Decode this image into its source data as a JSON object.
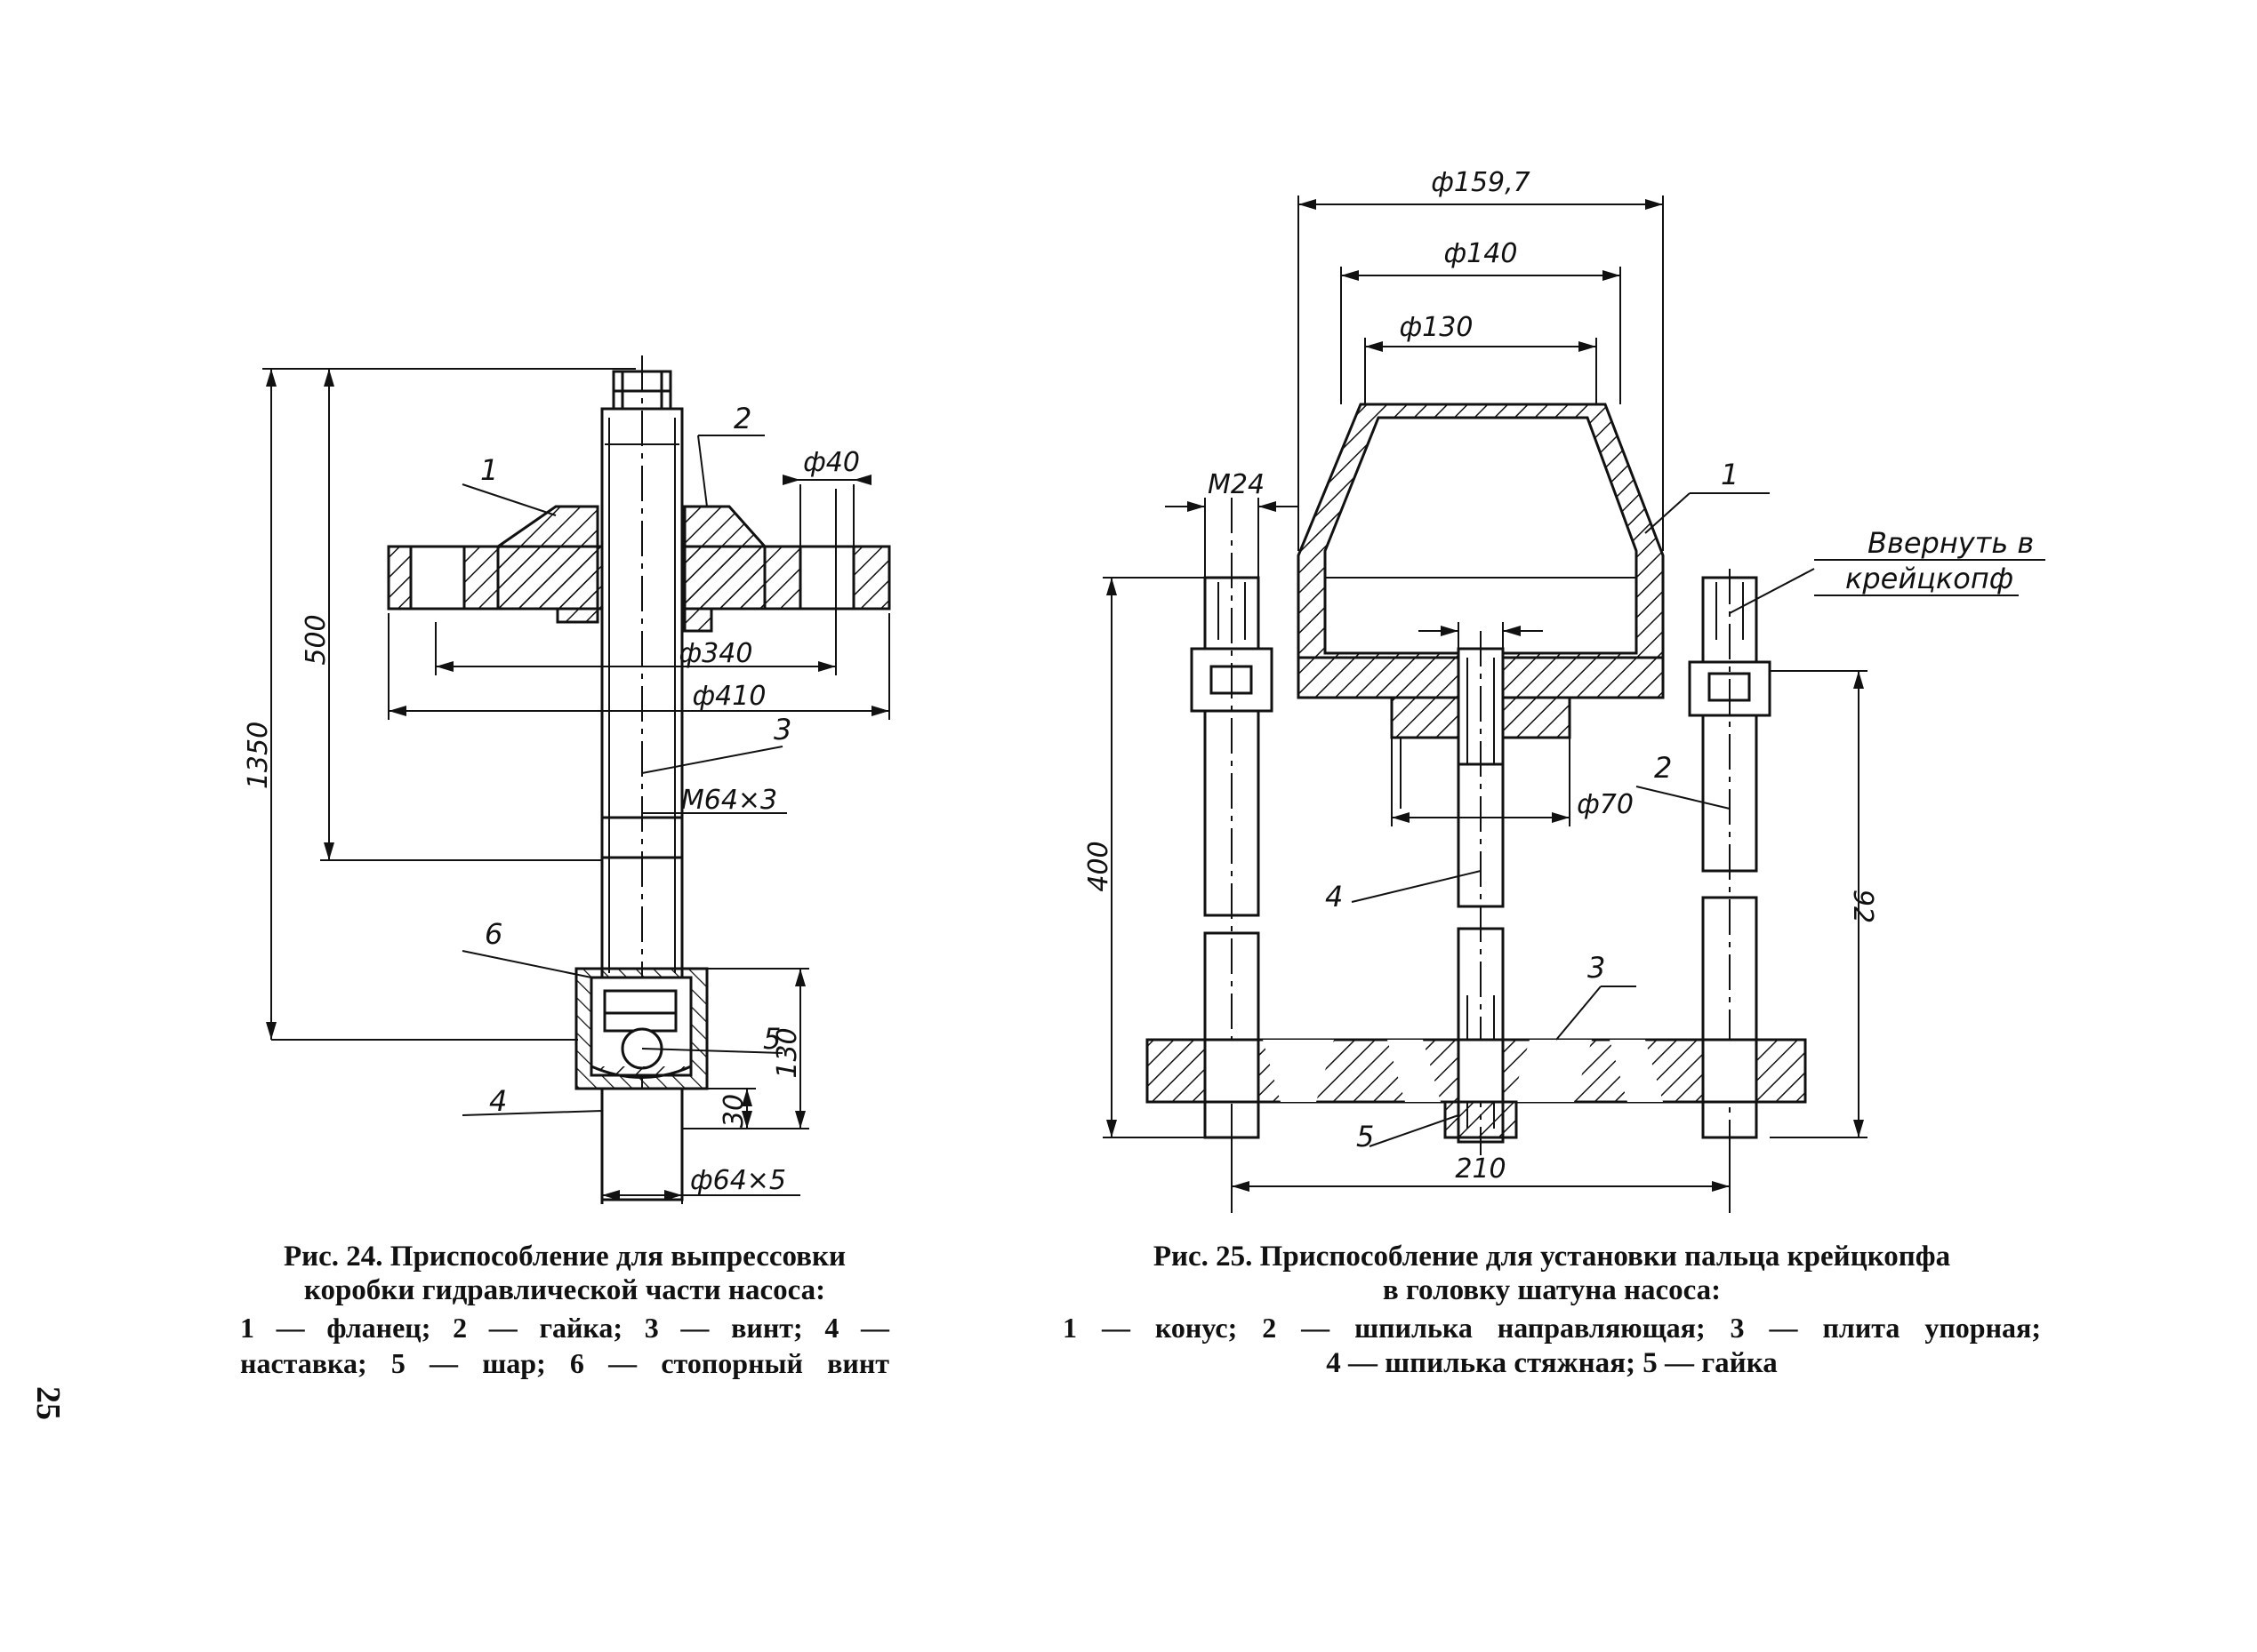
{
  "fig24": {
    "caption_line1": "Рис. 24. Приспособление для выпрессовки",
    "caption_line2": "коробки гидравлической части насоса:",
    "legend_line1": "1 — фланец; 2 — гайка; 3 — винт; 4 —",
    "legend_line2": "наставка; 5 — шар; 6 — стопорный винт",
    "dims": {
      "total_height": "1350",
      "upper_height": "500",
      "hole_dia": "ф40",
      "bolt_circle": "ф340",
      "flange_dia": "ф410",
      "thread": "М64×3",
      "cup_height": "130",
      "bottom_height": "30",
      "pipe": "ф64×5"
    },
    "labels": [
      "1",
      "2",
      "3",
      "4",
      "5",
      "6"
    ]
  },
  "fig25": {
    "caption_line1": "Рис. 25. Приспособление для установки пальца крейцкопфа",
    "caption_line2": "в головку шатуна насоса:",
    "legend_line1": "1 — конус; 2 — шпилька направляющая; 3 — плита упорная;",
    "legend_line2": "4 — шпилька стяжная; 5 — гайка",
    "dims": {
      "outer_dia": "ф159,7",
      "mid_dia": "ф140",
      "inner_dia": "ф130",
      "thread": "М24",
      "boss_dia": "ф70",
      "height": "400",
      "height2": "92",
      "width": "210"
    },
    "note_line1": "Ввернуть в",
    "note_line2": "крейцкопф",
    "labels": [
      "1",
      "2",
      "3",
      "4",
      "5"
    ]
  },
  "page_number": "25"
}
